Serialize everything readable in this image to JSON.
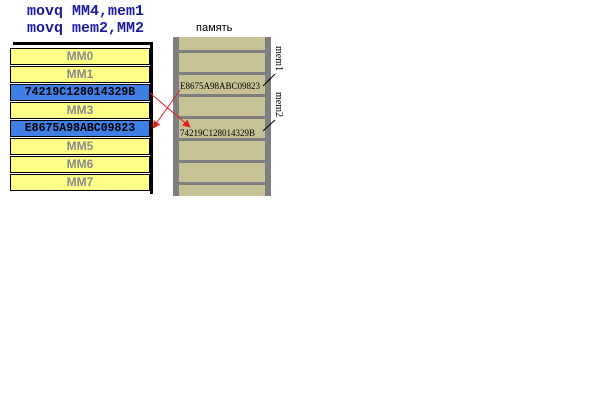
{
  "instructions": [
    "movq MM4,mem1",
    "movq mem2,MM2"
  ],
  "registers": [
    {
      "label": "MM0",
      "highlight": false
    },
    {
      "label": "MM1",
      "highlight": false
    },
    {
      "label": "74219C128014329B",
      "highlight": true
    },
    {
      "label": "MM3",
      "highlight": false
    },
    {
      "label": "E8675A98ABC09823",
      "highlight": true
    },
    {
      "label": "MM5",
      "highlight": false
    },
    {
      "label": "MM6",
      "highlight": false
    },
    {
      "label": "MM7",
      "highlight": false
    }
  ],
  "memory": {
    "title": "память",
    "mem1_value": "E8675A98ABC09823",
    "mem2_value": "74219C128014329B",
    "mem1_label": "mem1",
    "mem2_label": "mem2"
  },
  "colors": {
    "instruction": "#1a1aa0",
    "register_bg": "#ffff88",
    "register_highlight": "#3f7fe6",
    "memory_fill": "#c6c295",
    "memory_frame": "#7f7f7f",
    "arrow": "#e02020"
  }
}
